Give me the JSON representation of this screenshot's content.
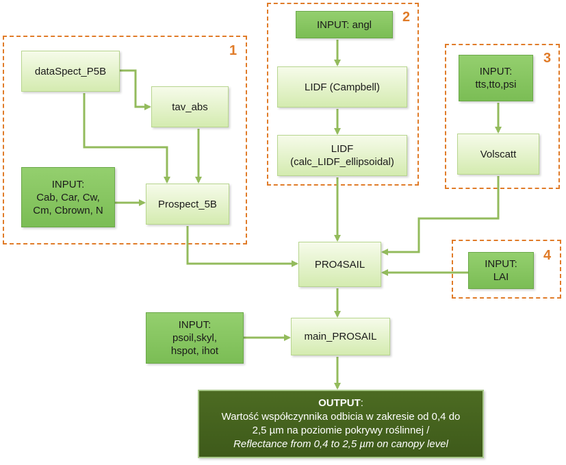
{
  "groups": [
    {
      "id": "1",
      "label": "1"
    },
    {
      "id": "2",
      "label": "2"
    },
    {
      "id": "3",
      "label": "3"
    },
    {
      "id": "4",
      "label": "4"
    }
  ],
  "nodes": {
    "dataspect": {
      "lines": [
        "dataSpect_P5B"
      ],
      "style": "light"
    },
    "tav_abs": {
      "lines": [
        "tav_abs"
      ],
      "style": "light"
    },
    "input_prospect": {
      "lines": [
        "INPUT:",
        "Cab, Car, Cw,",
        "Cm, Cbrown, N"
      ],
      "style": "input"
    },
    "prospect": {
      "lines": [
        "Prospect_5B"
      ],
      "style": "light"
    },
    "input_angl": {
      "lines": [
        "INPUT: angl"
      ],
      "style": "input"
    },
    "lidf_campbell": {
      "lines": [
        "LIDF (Campbell)"
      ],
      "style": "light"
    },
    "lidf_ellips": {
      "lines": [
        "LIDF",
        "(calc_LIDF_ellipsoidal)"
      ],
      "style": "light"
    },
    "input_angles": {
      "lines": [
        "INPUT:",
        "tts,tto,psi"
      ],
      "style": "input"
    },
    "volscatt": {
      "lines": [
        "Volscatt"
      ],
      "style": "light"
    },
    "pro4sail": {
      "lines": [
        "PRO4SAIL"
      ],
      "style": "light"
    },
    "input_lai": {
      "lines": [
        "INPUT:",
        "LAI"
      ],
      "style": "input"
    },
    "input_soil": {
      "lines": [
        "INPUT:",
        "psoil,skyl,",
        "hspot, ihot"
      ],
      "style": "input"
    },
    "main_prosail": {
      "lines": [
        "main_PROSAIL"
      ],
      "style": "light"
    }
  },
  "output": {
    "title": "OUTPUT",
    "title_suffix": ":",
    "line1": "Wartość współczynnika odbicia w zakresie od 0,4 do",
    "line2": "2,5 µm na poziomie pokrywy roślinnej /",
    "line3": "Reflectance from 0,4 to 2,5 µm on canopy level"
  },
  "edges": [
    {
      "from": "dataspect",
      "to": "tav_abs"
    },
    {
      "from": "dataspect",
      "to": "prospect"
    },
    {
      "from": "tav_abs",
      "to": "prospect"
    },
    {
      "from": "input_prospect",
      "to": "prospect"
    },
    {
      "from": "input_angl",
      "to": "lidf_campbell"
    },
    {
      "from": "lidf_campbell",
      "to": "lidf_ellips"
    },
    {
      "from": "input_angles",
      "to": "volscatt"
    },
    {
      "from": "prospect",
      "to": "pro4sail"
    },
    {
      "from": "lidf_ellips",
      "to": "pro4sail"
    },
    {
      "from": "volscatt",
      "to": "pro4sail"
    },
    {
      "from": "input_lai",
      "to": "pro4sail"
    },
    {
      "from": "pro4sail",
      "to": "main_prosail"
    },
    {
      "from": "input_soil",
      "to": "main_prosail"
    },
    {
      "from": "main_prosail",
      "to": "output"
    }
  ],
  "colors": {
    "group_border": "#e07b28",
    "arrow": "#93bb5c",
    "light_node": "#e6f4cc",
    "input_node": "#86c661",
    "output_node": "#445f1e"
  }
}
